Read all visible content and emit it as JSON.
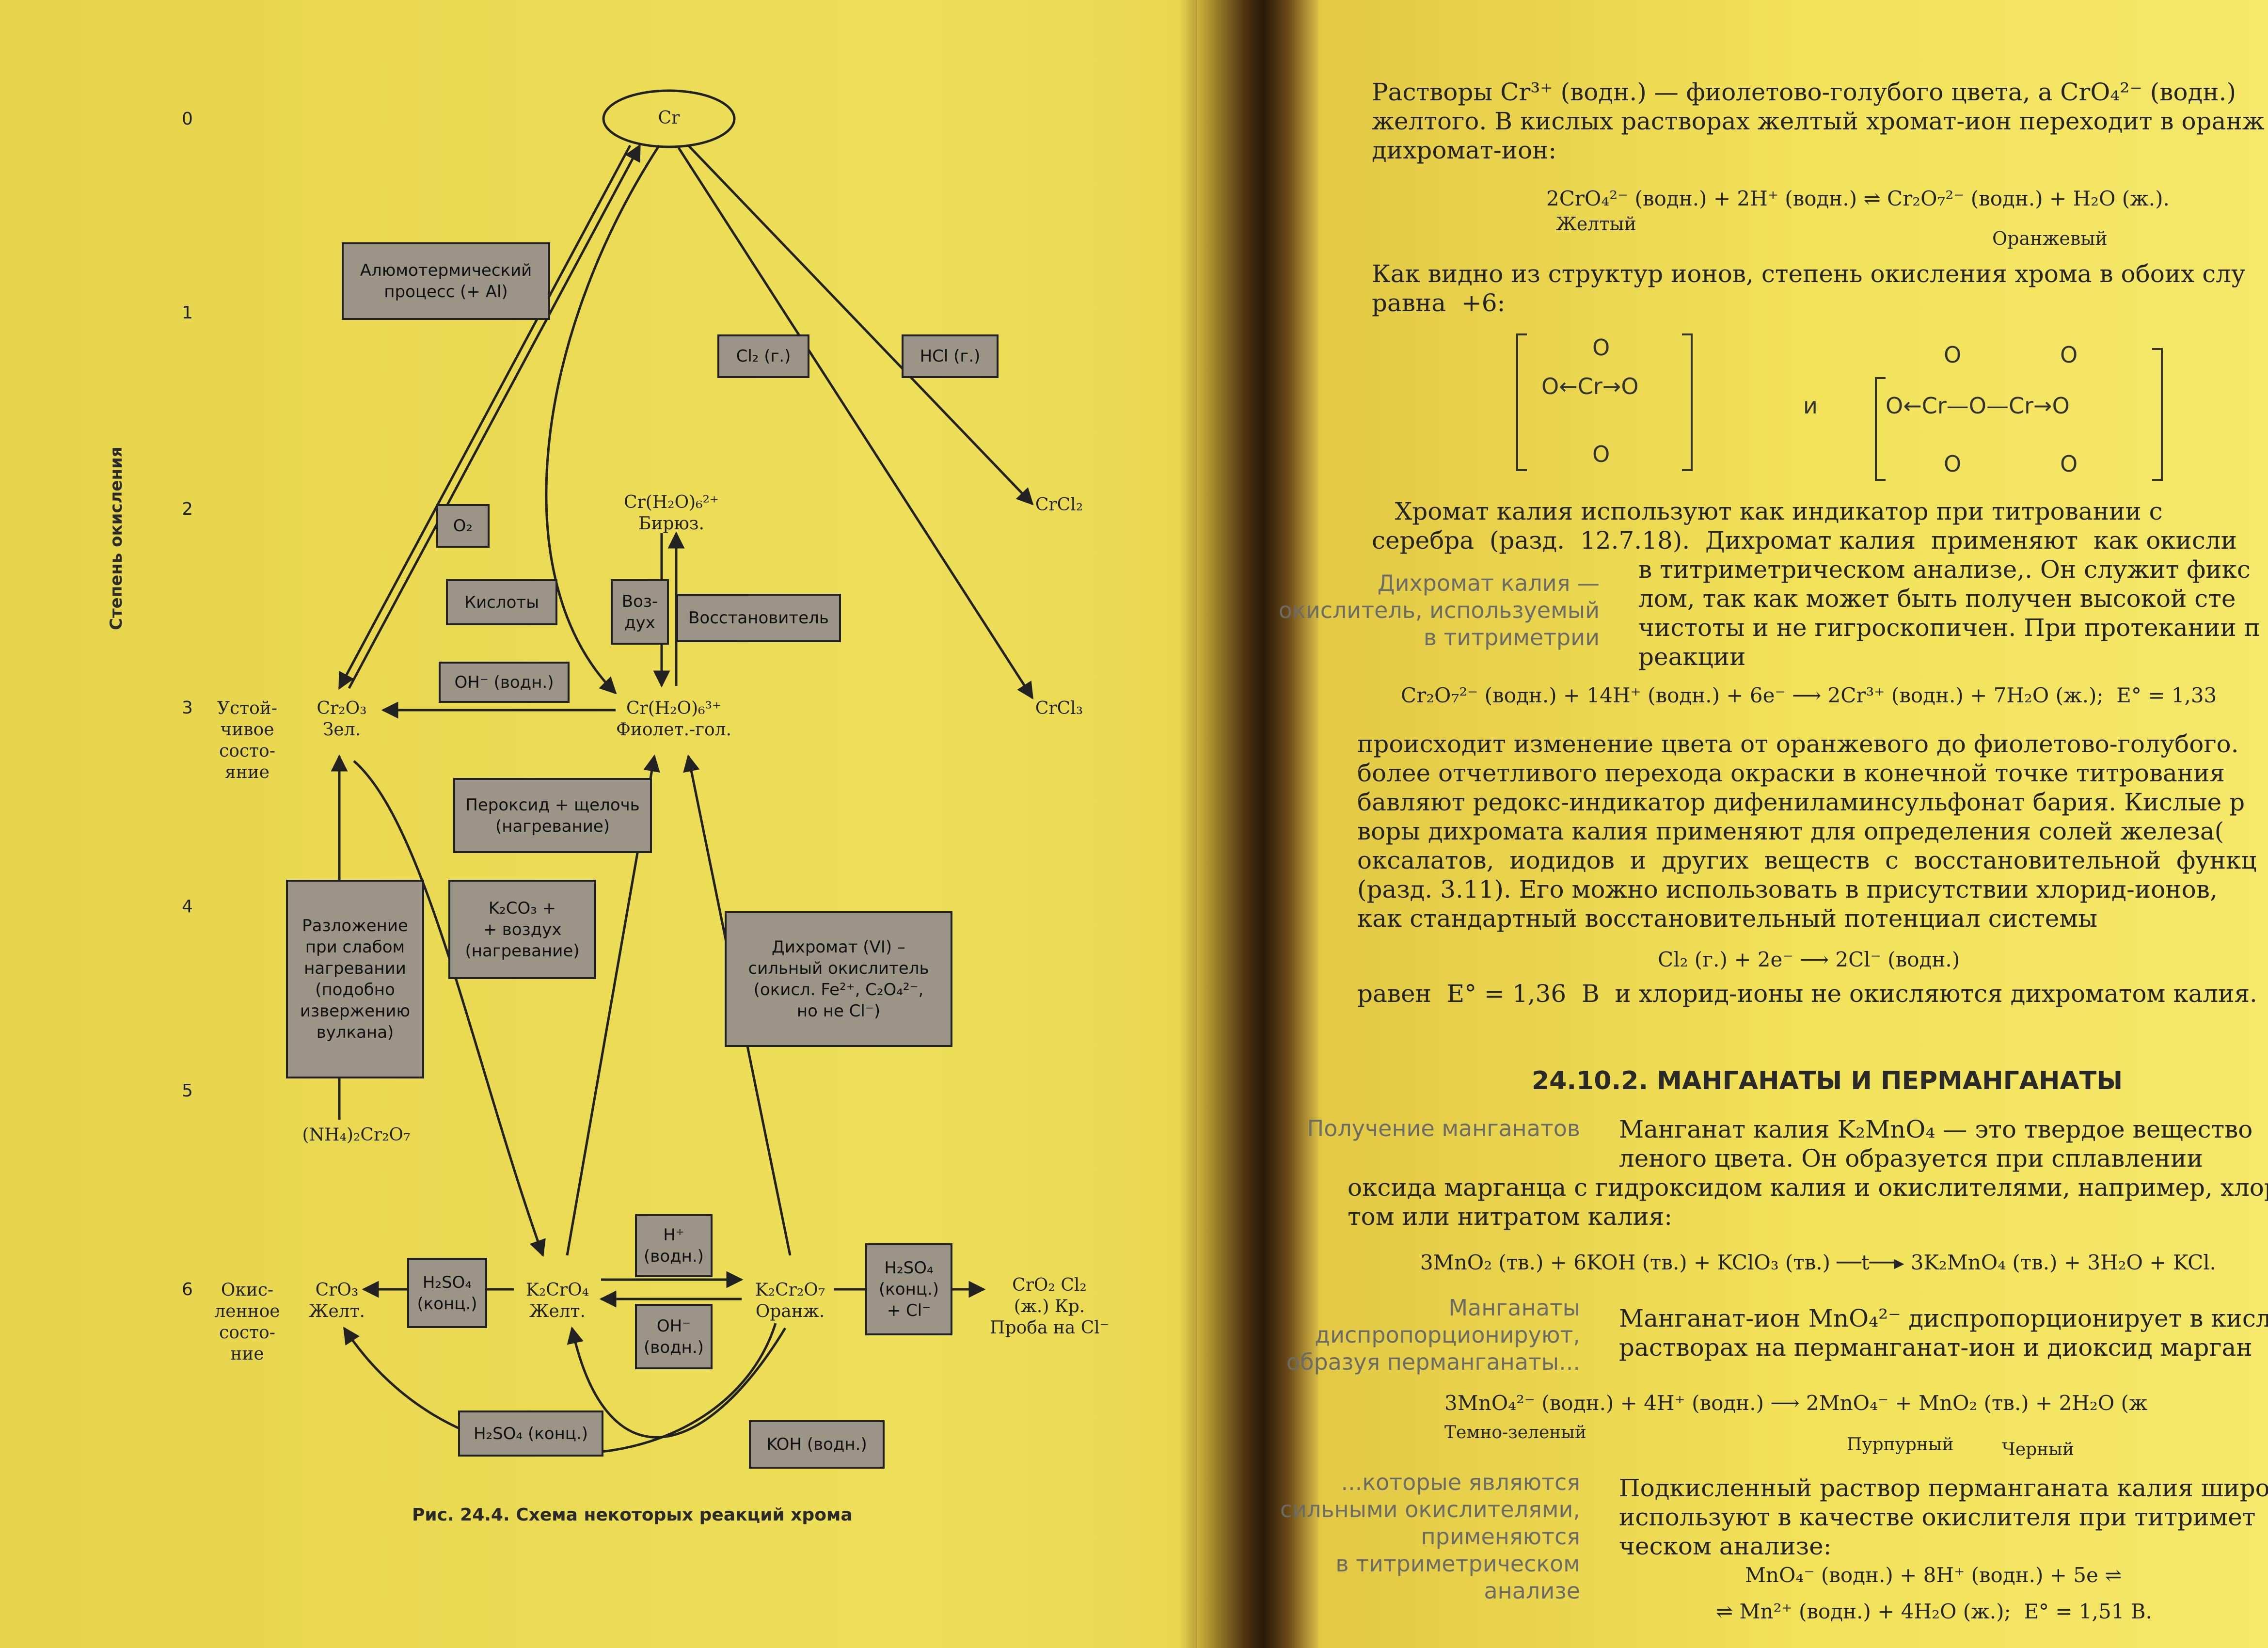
{
  "left_page": {
    "axis_title": "Степень окисления",
    "axis_numbers": [
      "0",
      "1",
      "2",
      "3",
      "4",
      "5",
      "6"
    ],
    "state_labels": {
      "stable": "Устой-\nчивое\nсосто-\nяние",
      "oxidized": "Окис-\nленное\nсосто-\nние"
    },
    "species": {
      "cr": "Cr",
      "crcl2": "CrCl₂",
      "crcl3": "CrCl₃",
      "cr_h2o_2": "Cr(H₂O)₆²⁺\nБирюз.",
      "cr2o3": "Cr₂O₃\nЗел.",
      "cr_h2o_3": "Cr(H₂O)₆³⁺\nФиолет.-гол.",
      "nh4": "(NH₄)₂Cr₂O₇",
      "cro3": "CrO₃\nЖелт.",
      "k2cro4": "K₂CrO₄\nЖелт.",
      "k2cr2o7": "K₂Cr₂O₇\nОранж.",
      "cro2cl2": "CrO₂ Cl₂\n(ж.) Кр.\nПроба на Cl⁻"
    },
    "boxes": {
      "alumo": "Алюмотермический\nпроцесс (+ Al)",
      "cl2": "Cl₂ (г.)",
      "hcl": "HCl (г.)",
      "o2": "O₂",
      "acids": "Кислоты",
      "air": "Воз-\nдух",
      "reducer": "Восстановитель",
      "oh_aq": "OH⁻ (водн.)",
      "peroxide": "Пероксид + щелочь\n(нагревание)",
      "decomp": "Разложение\nпри слабом\nнагревании\n(подобно\nизвержению\nвулкана)",
      "k2co3": "K₂CO₃ +\n+ воздух\n(нагревание)",
      "dichromate": "Дихромат (VI) –\nсильный окислитель\n(окисл. Fe²⁺, C₂O₄²⁻,\nно не Cl⁻)",
      "h_aq": "H⁺\n(водн.)",
      "oh_aq2": "OH⁻\n(водн.)",
      "h2so4_left": "H₂SO₄\n(конц.)",
      "h2so4_right": "H₂SO₄\n(конц.)\n+ Cl⁻",
      "h2so4_bottom": "H₂SO₄ (конц.)",
      "koh": "KOH (водн.)"
    },
    "caption": "Рис. 24.4. Схема некоторых реакций хрома"
  },
  "right_page": {
    "para1": "Растворы Cr³⁺ (водн.) — фиолетово-голубого цвета, а CrO₄²⁻ (водн.)\nжелтого. В кислых растворах желтый хромат-ион переходит в оранж\nдихромат-ион:",
    "eq1": "2CrO₄²⁻ (водн.) + 2H⁺ (водн.) ⇌ Cr₂O₇²⁻ (водн.) + H₂O (ж.).",
    "eq1_left_label": "Желтый",
    "eq1_right_label": "Оранжевый",
    "para2": "Как видно из структур ионов, степень окисления хрома в обоих слу\nравна  +6:",
    "struct_and": "и",
    "para3": "   Хромат калия используют как индикатор при титровании с\nсеребра  (разд.  12.7.18).  Дихромат калия  применяют  как окисли",
    "para3b": "в титриметрическом анализе,. Он служит фикс\nлом, так как может быть получен высокой сте\nчистоты и не гигроскопичен. При протекании п\nреакции",
    "margin1": "Дихромат калия —\nокислитель, используемый\nв титриметрии",
    "eq2": "Cr₂O₇²⁻ (водн.) + 14H⁺ (водн.) + 6e⁻ ⟶ 2Cr³⁺ (водн.) + 7H₂O (ж.);  E° = 1,33",
    "para4": "происходит изменение цвета от оранжевого до фиолетово-голубого.\nболее отчетливого перехода окраски в конечной точке титрования\nбавляют редокс-индикатор дифениламинсульфонат бария. Кислые р\nворы дихромата калия применяют для определения солей железа(\nоксалатов,  иодидов  и  других  веществ  с  восстановительной  функц\n(разд. 3.11). Его можно использовать в присутствии хлорид-ионов,\nкак стандартный восстановительный потенциал системы",
    "eq3": "Cl₂ (г.) + 2e⁻ ⟶ 2Cl⁻ (водн.)",
    "para5": "равен  E° = 1,36  В  и хлорид-ионы не окисляются дихроматом калия.",
    "heading": "24.10.2. МАНГАНАТЫ И ПЕРМАНГАНАТЫ",
    "margin2": "Получение манганатов",
    "para6": "Манганат калия K₂MnO₄ — это твердое вещество\nленого цвета. Он образуется при сплавлении",
    "para6b": "оксида марганца с гидроксидом калия и окислителями, например, хлор\nтом или нитратом калия:",
    "eq4": "3MnO₂ (тв.) + 6KOH (тв.) + KClO₃ (тв.) ──t──▸ 3K₂MnO₄ (тв.) + 3H₂O + KCl.",
    "margin3": "Манганаты\nдиспропорционируют,\nобразуя перманганаты...",
    "para7": "Манганат-ион MnO₄²⁻ диспропорционирует в кисл\nрастворах на перманганат-ион и диоксид марган",
    "eq5": "3MnO₄²⁻ (водн.) + 4H⁺ (водн.) ⟶ 2MnO₄⁻ + MnO₂ (тв.) + 2H₂O (ж",
    "eq5_labels": [
      "Темно-зеленый",
      "Пурпурный",
      "Черный"
    ],
    "margin4": "...которые являются\nсильными окислителями,\nприменяются\nв титриметрическом\nанализе",
    "para8": "Подкисленный раствор перманганата калия широ\nиспользуют в качестве окислителя при титримет\nческом анализе:",
    "eq6": "MnO₄⁻ (водн.) + 8H⁺ (водн.) + 5e ⇌",
    "eq6b": "⇌ Mn²⁺ (водн.) + 4H₂O (ж.);  E° = 1,51 В."
  }
}
